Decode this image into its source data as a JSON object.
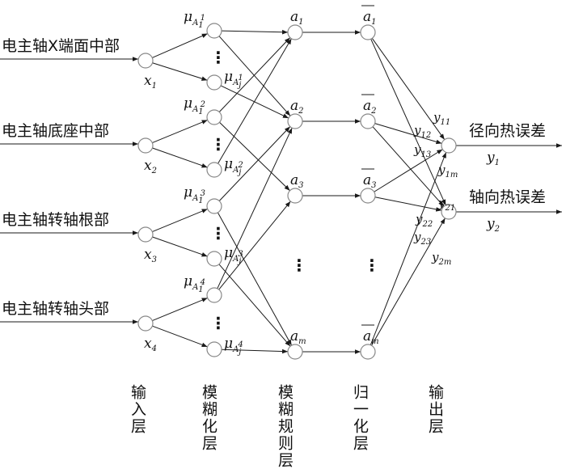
{
  "inputs": [
    {
      "label": "电主轴X端面中部",
      "var": "x",
      "sub": "1"
    },
    {
      "label": "电主轴底座中部",
      "var": "x",
      "sub": "2"
    },
    {
      "label": "电主轴转轴根部",
      "var": "x",
      "sub": "3"
    },
    {
      "label": "电主轴转轴头部",
      "var": "x",
      "sub": "4"
    }
  ],
  "membership": [
    {
      "var": "μ",
      "sub": "A",
      "subsub": "1",
      "sup": "1"
    },
    {
      "var": "μ",
      "sub": "A",
      "subsub": "j",
      "sup": "1"
    },
    {
      "var": "μ",
      "sub": "A",
      "subsub": "1",
      "sup": "2"
    },
    {
      "var": "μ",
      "sub": "A",
      "subsub": "j",
      "sup": "2"
    },
    {
      "var": "μ",
      "sub": "A",
      "subsub": "1",
      "sup": "3"
    },
    {
      "var": "μ",
      "sub": "A",
      "subsub": "j",
      "sup": "3"
    },
    {
      "var": "μ",
      "sub": "A",
      "subsub": "1",
      "sup": "4"
    },
    {
      "var": "μ",
      "sub": "A",
      "subsub": "j",
      "sup": "4"
    }
  ],
  "rules": [
    {
      "var": "a",
      "sub": "1"
    },
    {
      "var": "a",
      "sub": "2"
    },
    {
      "var": "a",
      "sub": "3"
    },
    {
      "var": "a",
      "sub": "m"
    }
  ],
  "normalized": [
    {
      "var": "a",
      "sub": "1"
    },
    {
      "var": "a",
      "sub": "2"
    },
    {
      "var": "a",
      "sub": "3"
    },
    {
      "var": "a",
      "sub": "m"
    }
  ],
  "weights": [
    {
      "var": "y",
      "sub": "11"
    },
    {
      "var": "y",
      "sub": "12"
    },
    {
      "var": "y",
      "sub": "13"
    },
    {
      "var": "y",
      "sub": "1m"
    },
    {
      "var": "y",
      "sub": "21"
    },
    {
      "var": "y",
      "sub": "22"
    },
    {
      "var": "y",
      "sub": "23"
    },
    {
      "var": "y",
      "sub": "2m"
    }
  ],
  "outputs": [
    {
      "label": "径向热误差",
      "var": "y",
      "sub": "1"
    },
    {
      "label": "轴向热误差",
      "var": "y",
      "sub": "2"
    }
  ],
  "layers": [
    {
      "name": "输入层"
    },
    {
      "name": "模糊化层"
    },
    {
      "name": "模糊规则层"
    },
    {
      "name": "归一化层"
    },
    {
      "name": "输出层"
    }
  ],
  "ellipsis": "⋮"
}
